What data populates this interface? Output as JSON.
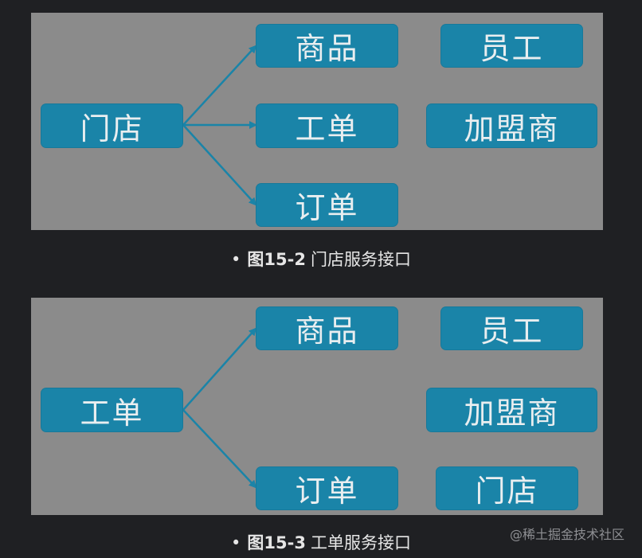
{
  "figures": [
    {
      "nodes": {
        "source": "门店",
        "target_top": "商品",
        "target_mid": "工单",
        "target_bottom": "订单",
        "side_top": "员工",
        "side_mid": "加盟商"
      },
      "caption": {
        "bullet": "•",
        "label": "图15-2",
        "text": "门店服务接口"
      }
    },
    {
      "nodes": {
        "source": "工单",
        "target_top": "商品",
        "target_bottom": "订单",
        "side_top": "员工",
        "side_mid": "加盟商",
        "side_bottom": "门店"
      },
      "caption": {
        "bullet": "•",
        "label": "图15-3",
        "text": "工单服务接口"
      }
    }
  ],
  "watermark": "@稀土掘金技术社区",
  "colors": {
    "page_background": "#1f2023",
    "figure_background": "#8b8b8b",
    "node_fill": "#1a84a8",
    "node_text": "#e9eef0",
    "arrow": "#1a84a8"
  }
}
